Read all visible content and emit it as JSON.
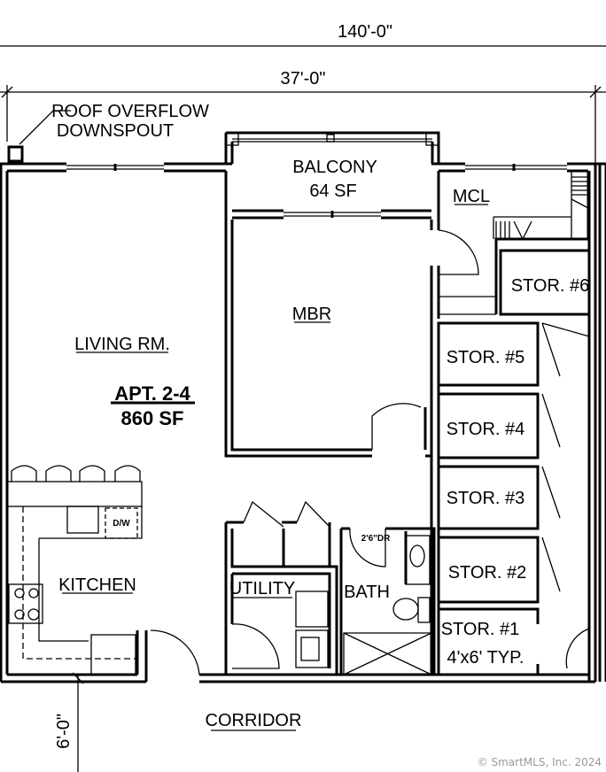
{
  "dimensions": {
    "overall": "140'-0\"",
    "unit_width": "37'-0\"",
    "corridor_offset": "6'-0\""
  },
  "notes": {
    "roof_overflow_line1": "ROOF OVERFLOW",
    "roof_overflow_line2": "DOWNSPOUT"
  },
  "unit": {
    "name": "APT. 2-4",
    "area": "860 SF"
  },
  "rooms": {
    "balcony": "BALCONY",
    "balcony_area": "64 SF",
    "living": "LIVING RM.",
    "mbr": "MBR",
    "mcl": "MCL",
    "kitchen": "KITCHEN",
    "utility": "UTILITY",
    "bath": "BATH",
    "bath_door": "2'6\"DR",
    "dishwasher": "D/W",
    "corridor": "CORRIDOR"
  },
  "storage": [
    {
      "label": "STOR. #6"
    },
    {
      "label": "STOR. #5"
    },
    {
      "label": "STOR. #4"
    },
    {
      "label": "STOR. #3"
    },
    {
      "label": "STOR. #2"
    },
    {
      "label": "STOR. #1",
      "note": "4'x6' TYP."
    }
  ],
  "copyright": "© SmartMLS, Inc.  2024"
}
